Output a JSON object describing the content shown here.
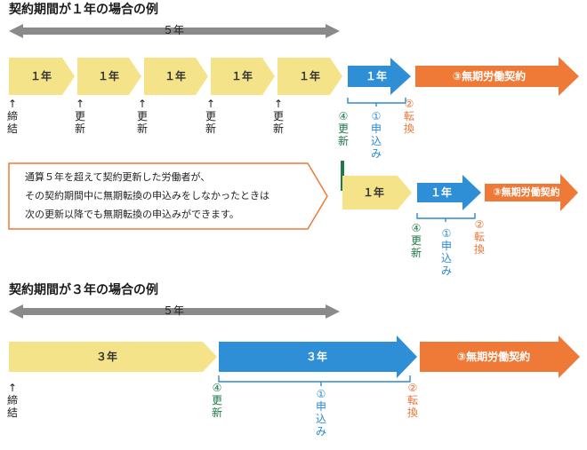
{
  "section1": {
    "title": "契約期間が１年の場合の例",
    "span_label": "５年",
    "blocks": [
      "１年",
      "１年",
      "１年",
      "１年",
      "１年",
      "１年"
    ],
    "conversion_label": "③無期労働契約",
    "markers": {
      "conclude": "↑締結",
      "renew": "↑更新",
      "renew4": "④更新",
      "apply1": "①申込み",
      "convert2": "②転換"
    }
  },
  "note": {
    "lines": [
      "通算５年を超えて契約更新した労働者が、",
      "その契約期間中に無期転換の申込みをしなかったときは",
      "次の更新以降でも無期転換の申込みができます。"
    ]
  },
  "section1b": {
    "blocks": [
      "１年",
      "１年"
    ],
    "conversion_label": "③無期労働契約",
    "markers": {
      "renew4": "④更新",
      "apply1": "①申込み",
      "convert2": "②転換"
    }
  },
  "section2": {
    "title": "契約期間が３年の場合の例",
    "span_label": "５年",
    "blocks": [
      "３年",
      "３年"
    ],
    "conversion_label": "③無期労働契約",
    "markers": {
      "conclude": "↑締結",
      "renew4": "④更新",
      "apply1": "①申込み",
      "convert2": "②転換"
    }
  },
  "colors": {
    "yellow": "#f5e38a",
    "blue": "#2f8fd6",
    "orange": "#ef7a37",
    "gray": "#8a8a8a",
    "green": "#1f7a45"
  }
}
